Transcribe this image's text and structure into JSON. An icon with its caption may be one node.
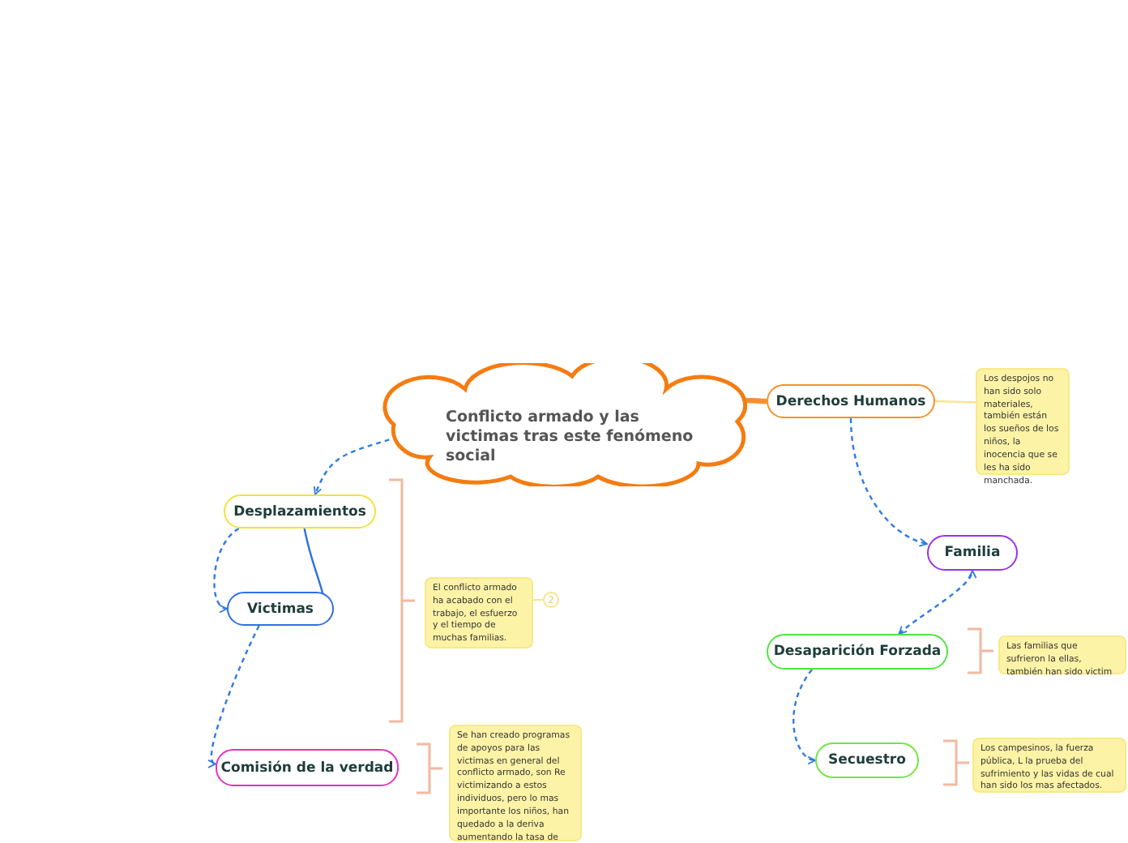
{
  "diagram": {
    "nodes": [
      {
        "text": [
          "Conflicto armado y las victimas tras este fenómeno social"
        ]
      },
      {
        "text": [
          "Desplazamientos"
        ]
      },
      {
        "text": [
          "Victimas"
        ]
      },
      {
        "text": [
          "Comisión de la verdad"
        ]
      },
      {
        "text": [
          "Derechos Humanos"
        ]
      },
      {
        "text": [
          "Familia"
        ]
      },
      {
        "text": [
          "Desaparición Forzada"
        ]
      },
      {
        "text": [
          "Secuestro"
        ]
      },
      {
        "text": [
          "Los despojos no han sido solo materiales, también están los sueños de los niños, la inocencia que se les ha sido manchada."
        ]
      },
      {
        "text": [
          "El conflicto armado ha acabado con el trabajo, el esfuerzo y el tiempo de muchas familias."
        ]
      },
      {
        "text": [
          "2"
        ]
      },
      {
        "text": [
          "Se han creado programas de apoyos para las victimas en general del conflicto armado, son Re victimizando a estos individuos, pero lo mas importante los niños, han quedado a la deriva aumentando la tasa de"
        ]
      },
      {
        "text": [
          "Las familias que sufrieron la ellas, también han sido victim"
        ]
      },
      {
        "text": [
          "Los campesinos, la fuerza pública, L la prueba del sufrimiento y las vidas de cual han sido los mas afectados."
        ]
      }
    ],
    "edges": [
      {
        "from": 0,
        "to": 1,
        "arrow": "to",
        "style": "dashed"
      },
      {
        "from": 1,
        "to": 2,
        "arrow": "to",
        "style": "dashed"
      },
      {
        "from": 1,
        "to": 2,
        "arrow": "none",
        "color": "#2f6fe8"
      },
      {
        "from": 2,
        "to": 3,
        "arrow": "to",
        "style": "dashed"
      },
      {
        "from": 0,
        "to": 4,
        "arrow": "none",
        "style": "thick",
        "color": "#f7902a"
      },
      {
        "from": 4,
        "to": 5,
        "arrow": "to",
        "style": "dashed"
      },
      {
        "from": 6,
        "to": 5,
        "arrow": "both",
        "style": "dashed"
      },
      {
        "from": 6,
        "to": 7,
        "arrow": "to",
        "style": "dashed"
      },
      {
        "from": 4,
        "to": 8,
        "arrow": "none",
        "color": "#f8e58c"
      },
      {
        "from": 9,
        "to": 10,
        "arrow": "none",
        "color": "#f8e58c"
      }
    ]
  }
}
